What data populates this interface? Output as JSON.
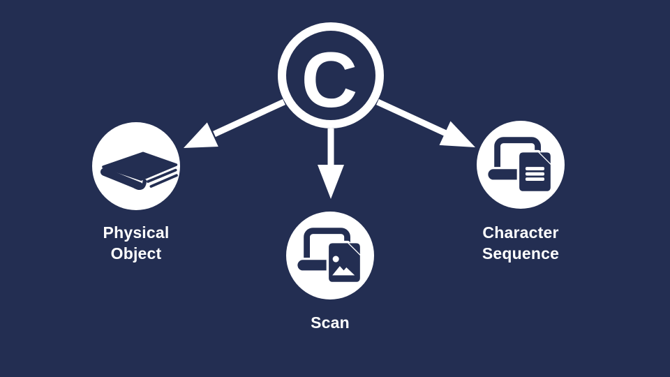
{
  "colors": {
    "background": "#232E52",
    "foreground": "#FFFFFF"
  },
  "center_node": {
    "icon": "copyright-icon",
    "symbol": "C"
  },
  "nodes": [
    {
      "label": "Physical Object",
      "icon": "book-icon"
    },
    {
      "label": "Scan",
      "icon": "laptop-photo-icon"
    },
    {
      "label": "Character Sequence",
      "icon": "laptop-text-document-icon"
    }
  ]
}
